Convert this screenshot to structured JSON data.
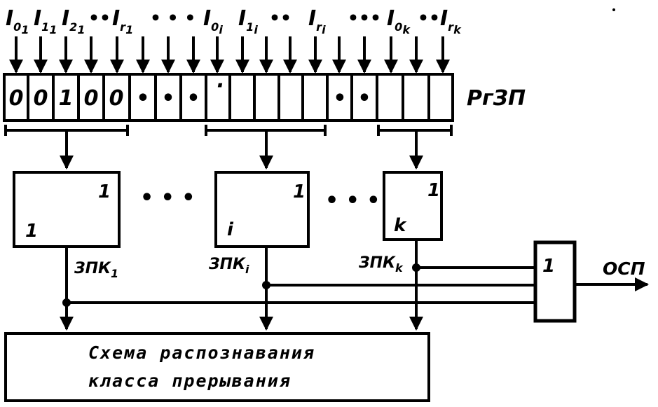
{
  "inputs": {
    "i01": "I",
    "i01_sub": "0",
    "i01_sub2": "1",
    "i11": "I",
    "i11_sub": "1",
    "i11_sub2": "1",
    "i21": "I",
    "i21_sub": "2",
    "i21_sub2": "1",
    "ir1": "I",
    "ir1_sub": "r",
    "ir1_sub2": "1",
    "i0i": "I",
    "i0i_sub": "0",
    "i0i_sub2": "i",
    "i1i": "I",
    "i1i_sub": "1",
    "i1i_sub2": "i",
    "iri": "I",
    "iri_sub": "r",
    "iri_sub2": "i",
    "i0k": "I",
    "i0k_sub": "0",
    "i0k_sub2": "k",
    "irk": "I",
    "irk_sub": "r",
    "irk_sub2": "k",
    "dots_a": "••",
    "dots_b": "• • •",
    "dots_c": "••",
    "dots_d": "•••",
    "dots_e": "••"
  },
  "register": {
    "label": "РгЗП",
    "cells": [
      "0",
      "0",
      "1",
      "0",
      "0",
      "•",
      "•",
      "•",
      "·",
      "",
      "",
      "",
      "•",
      "•",
      "",
      "",
      ""
    ]
  },
  "blocks": [
    {
      "top_label": "1",
      "bottom_label": "1",
      "name": "ЗПК",
      "name_sub": "1"
    },
    {
      "top_label": "1",
      "bottom_label": "i",
      "name": "ЗПК",
      "name_sub": "i"
    },
    {
      "top_label": "1",
      "bottom_label": "k",
      "name": "ЗПК",
      "name_sub": "k"
    }
  ],
  "block_dots": [
    "• • •",
    "• • •"
  ],
  "or_gate": {
    "label": "1",
    "output": "ОСП"
  },
  "recognizer": {
    "line1": "Схема распознавания",
    "line2": "класса прерывания"
  }
}
